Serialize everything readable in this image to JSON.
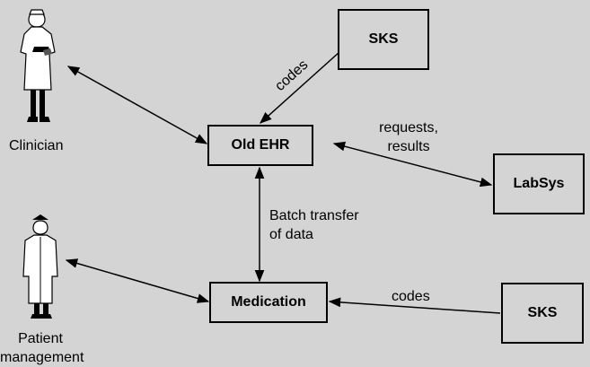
{
  "nodes": {
    "sks_top": "SKS",
    "old_ehr": "Old EHR",
    "labsys": "LabSys",
    "medication": "Medication",
    "sks_bottom": "SKS"
  },
  "actors": {
    "clinician": "Clinician",
    "patient_management_line1": "Patient",
    "patient_management_line2": "management"
  },
  "edge_labels": {
    "sks_to_ehr": "codes",
    "ehr_labsys_line1": "requests,",
    "ehr_labsys_line2": "results",
    "batch_line1": "Batch transfer",
    "batch_line2": "of data",
    "sks_to_medication": "codes"
  },
  "icons": {
    "clinician": "clinician-figure-icon",
    "patient_management": "patient-manager-figure-icon"
  },
  "colors": {
    "background": "#d4d4d4",
    "stroke": "#000000"
  }
}
